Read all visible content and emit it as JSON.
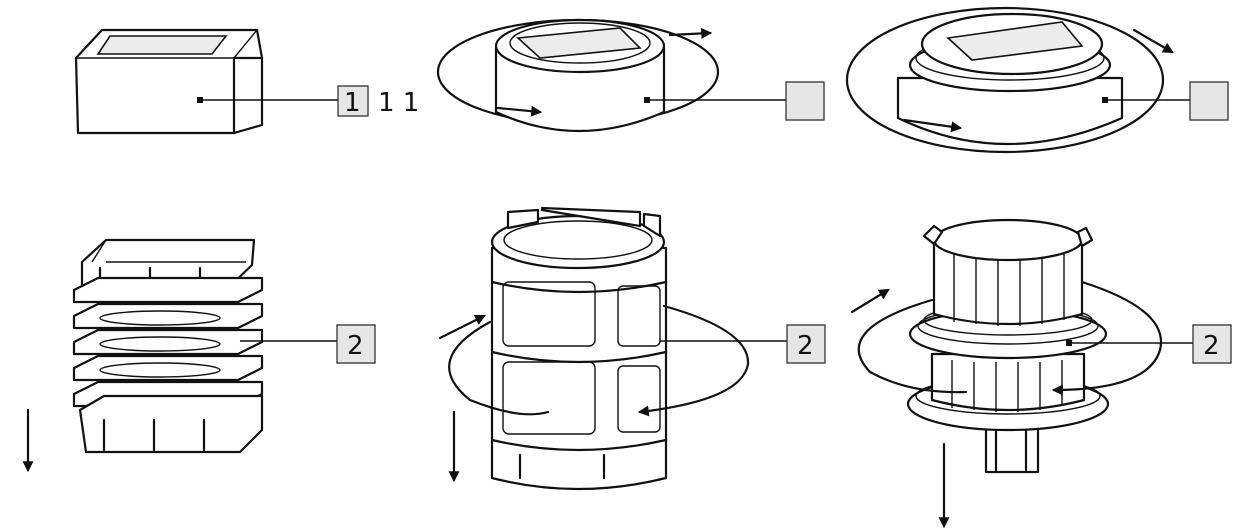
{
  "callouts": [
    {
      "id": "top-left",
      "text": "1",
      "extra": "1 1"
    },
    {
      "id": "top-middle",
      "text": ""
    },
    {
      "id": "top-right",
      "text": ""
    },
    {
      "id": "bottom-left",
      "text": "2"
    },
    {
      "id": "bottom-middle",
      "text": "2"
    },
    {
      "id": "bottom-right",
      "text": "2"
    }
  ],
  "colors": {
    "line": "#111111",
    "label_box": "#e6e6e6",
    "background": "#ffffff"
  }
}
